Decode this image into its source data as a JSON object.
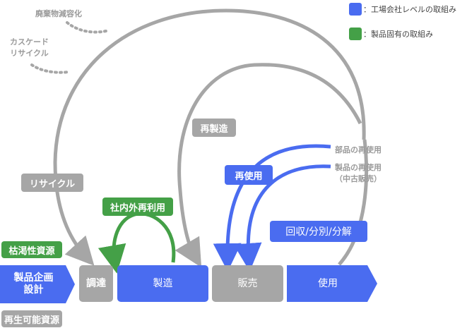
{
  "legend": [
    {
      "label": "：工場会社レベルの取組み",
      "color": "#4a6cf0"
    },
    {
      "label": "：製品固有の取組み",
      "color": "#44a047"
    }
  ],
  "stages": {
    "design": "製品企画\n設計",
    "procurement": "調達",
    "manufacturing": "製造",
    "sales": "販売",
    "use": "使用"
  },
  "tags": {
    "recycle": "リサイクル",
    "remanufacture": "再製造",
    "reuse": "再使用",
    "internal_reuse": "社内外再利用",
    "collection": "回収/分別/分解",
    "depletable": "枯渇性資源",
    "renewable": "再生可能資源"
  },
  "notes": {
    "disposal": "廃棄物減容化",
    "cascade": "カスケード\nリサイクル",
    "parts_reuse": "部品の再使用",
    "product_reuse": "製品の再使用\n（中古販売）"
  },
  "colors": {
    "blue": "#4a6cf0",
    "grey": "#a6a6a6",
    "green": "#44a047",
    "note_grey": "#9a9a9a"
  }
}
